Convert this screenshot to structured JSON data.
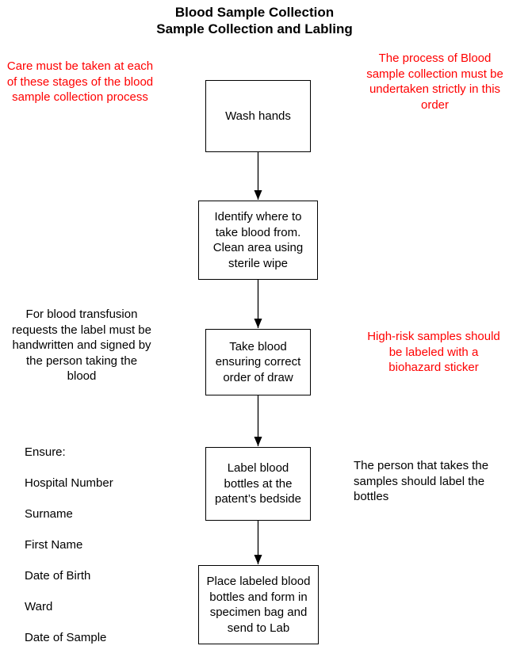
{
  "title": {
    "line1": "Blood Sample Collection",
    "line2": "Sample Collection and Labling"
  },
  "notes": {
    "left_top": "Care must be taken at each\nof these stages of the blood\nsample collection process",
    "right_top": "The process of Blood\nsample collection must be\nundertaken strictly in this\norder",
    "left_mid": "For blood transfusion\nrequests the label must be\nhandwritten and signed by\nthe person taking the\nblood",
    "right_mid": "High-risk samples should\nbe labeled with a\nbiohazard sticker",
    "right_low": "The person that takes the\nsamples should label the\nbottles",
    "ensure_heading": "Ensure:",
    "ensure_items": [
      "Hospital Number",
      "Surname",
      "First Name",
      "Date of Birth",
      "Ward",
      "Date of Sample"
    ]
  },
  "steps": [
    "Wash hands",
    "Identify where to\ntake blood from.\nClean area using\nsterile wipe",
    "Take blood\nensuring correct\norder of draw",
    "Label blood\nbottles at the\npatent’s bedside",
    "Place labeled blood\nbottles and form in\nspecimen bag and\nsend to Lab"
  ],
  "colors": {
    "warning_text": "#ff0000",
    "text": "#000000",
    "box_border": "#000000"
  }
}
